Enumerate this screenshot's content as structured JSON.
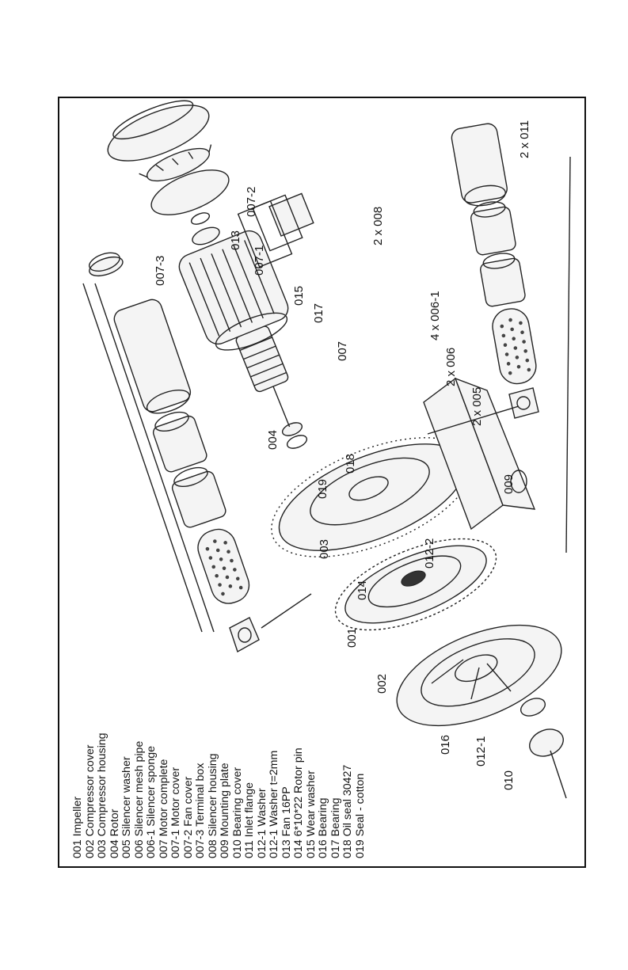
{
  "legend": [
    {
      "code": "001",
      "name": "Impeller"
    },
    {
      "code": "002",
      "name": "Compressor cover"
    },
    {
      "code": "003",
      "name": "Compressor housing"
    },
    {
      "code": "004",
      "name": "Rotor"
    },
    {
      "code": "005",
      "name": "Silencer washer"
    },
    {
      "code": "006",
      "name": "Silencer mesh pipe"
    },
    {
      "code": "006-1",
      "name": "Silencer sponge"
    },
    {
      "code": "007",
      "name": "Motor complete"
    },
    {
      "code": "007-1",
      "name": "Motor cover"
    },
    {
      "code": "007-2",
      "name": "Fan cover"
    },
    {
      "code": "007-3",
      "name": "Terminal box"
    },
    {
      "code": "008",
      "name": "Silencer housing"
    },
    {
      "code": "009",
      "name": "Mounting plate"
    },
    {
      "code": "010",
      "name": "Bearing cover"
    },
    {
      "code": "011",
      "name": "Inlet flange"
    },
    {
      "code": "012-1",
      "name": "Washer"
    },
    {
      "code": "012-1",
      "name": "Washer t=2mm"
    },
    {
      "code": "013",
      "name": "Fan 16PP"
    },
    {
      "code": "014",
      "name": "6*10*22 Rotor pin"
    },
    {
      "code": "015",
      "name": "Wear washer"
    },
    {
      "code": "016",
      "name": "Bearing"
    },
    {
      "code": "017",
      "name": "Bearing"
    },
    {
      "code": "018",
      "name": "Oil seal 30427"
    },
    {
      "code": "019",
      "name": "Seal - cotton"
    }
  ],
  "callouts": {
    "c002": "002",
    "c001": "001",
    "c003": "003",
    "c004": "004",
    "c007": "007",
    "c017": "017",
    "c015": "015",
    "c007_1": "007-1",
    "c013": "013",
    "c007_2": "007-2",
    "c007_3": "007-3",
    "c016": "016",
    "c012_1": "012-1",
    "c010": "010",
    "c014": "014",
    "c012_2": "012-2",
    "c019": "019",
    "c018": "018",
    "c009": "009",
    "c2x005": "2 x 005",
    "c2x006": "2 x 006",
    "c4x006_1": "4 x 006-1",
    "c2x008": "2 x 008",
    "c2x011": "2 x 011"
  }
}
